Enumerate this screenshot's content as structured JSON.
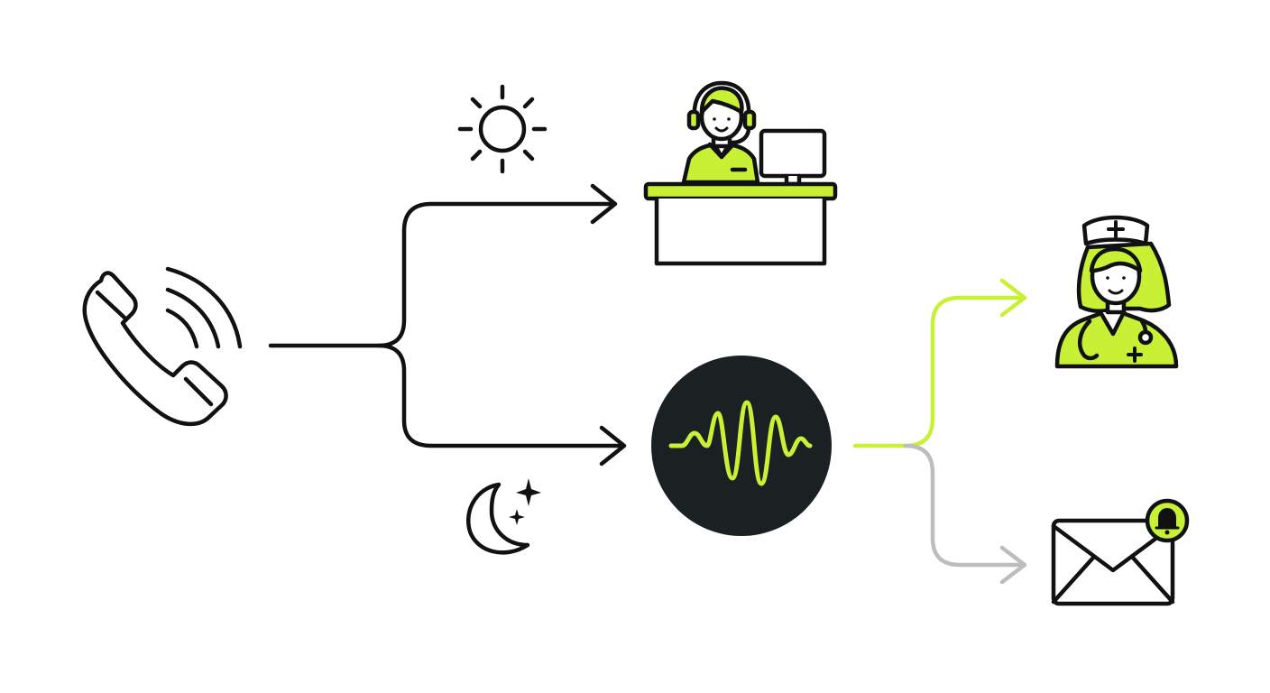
{
  "diagram": {
    "description_free": true,
    "colors": {
      "background": "#ffffff",
      "stroke": "#111111",
      "accent": "#c8f035",
      "muted_arrow": "#bdbdbd",
      "ai_circle": "#1b2022"
    },
    "nodes": [
      {
        "id": "incoming-call",
        "icon": "phone-ringing-icon"
      },
      {
        "id": "daytime",
        "icon": "sun-icon"
      },
      {
        "id": "nighttime",
        "icon": "moon-stars-icon"
      },
      {
        "id": "receptionist",
        "icon": "receptionist-desk-icon"
      },
      {
        "id": "ai-voice-agent",
        "icon": "voice-waveform-icon"
      },
      {
        "id": "nurse",
        "icon": "nurse-icon"
      },
      {
        "id": "email-notification",
        "icon": "mail-bell-icon"
      }
    ],
    "edges": [
      {
        "from": "incoming-call",
        "to": "receptionist",
        "condition_icon": "sun-icon",
        "style": "solid-dark"
      },
      {
        "from": "incoming-call",
        "to": "ai-voice-agent",
        "condition_icon": "moon-stars-icon",
        "style": "solid-dark"
      },
      {
        "from": "ai-voice-agent",
        "to": "nurse",
        "style": "accent"
      },
      {
        "from": "ai-voice-agent",
        "to": "email-notification",
        "style": "muted"
      }
    ]
  }
}
